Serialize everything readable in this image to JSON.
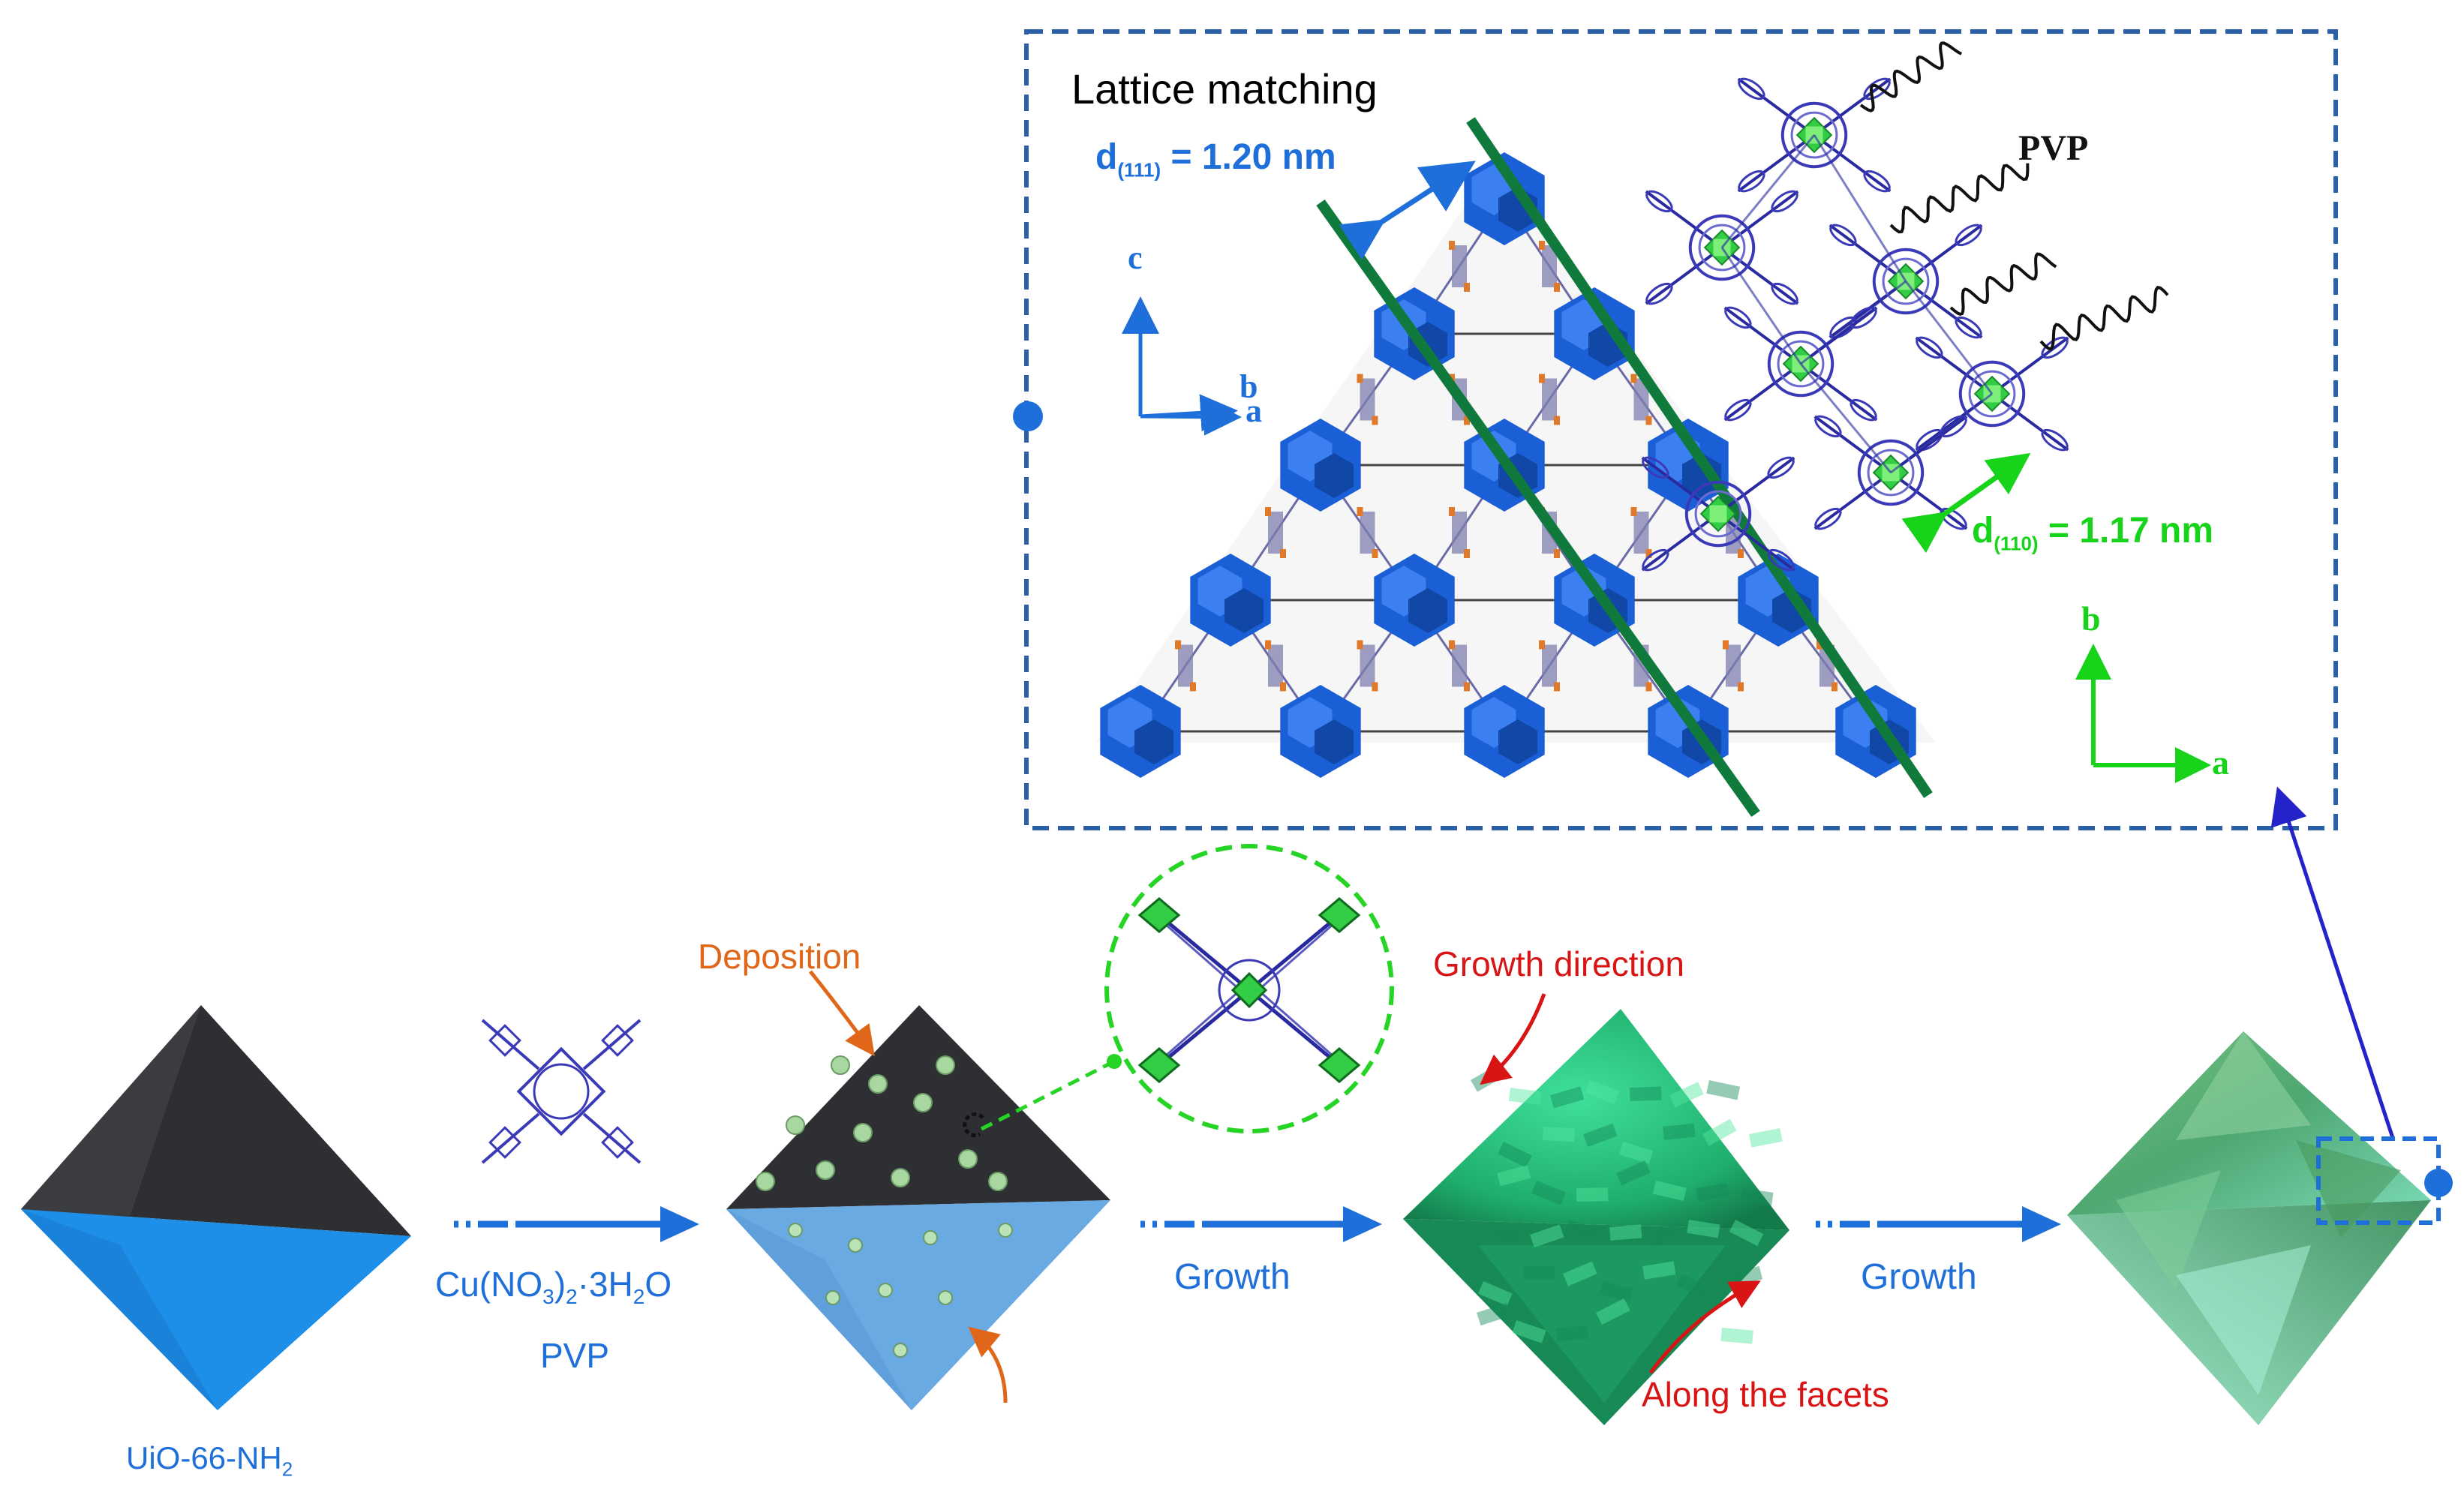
{
  "inset": {
    "title": "Lattice matching",
    "d111_prefix": "d",
    "d111_sub": "(111)",
    "d111_value": " = 1.20 nm",
    "d110_prefix": "d",
    "d110_sub": "(110)",
    "d110_value": " = 1.17 nm",
    "pvp": "PVP",
    "axis_left": {
      "c": "c",
      "b": "b",
      "a": "a"
    },
    "axis_right": {
      "b": "b",
      "a": "a"
    }
  },
  "scheme": {
    "start_label": "UiO-66-NH",
    "start_label_sub": "2",
    "reagent_1": "Cu(NO",
    "reagent_1_sub_a": "3",
    "reagent_1_mid": ")",
    "reagent_1_sub_b": "2",
    "reagent_1_rest": "·3H",
    "reagent_1_sub_c": "2",
    "reagent_1_end": "O",
    "reagent_2": "PVP",
    "deposition": "Deposition",
    "growth_1": "Growth",
    "growth_direction": "Growth direction",
    "along_facets": "Along the facets",
    "growth_2": "Growth"
  },
  "colors": {
    "blue_text": "#1e6fd9",
    "green_text": "#17d41b",
    "red_text": "#d91414",
    "orange_text": "#e0661a",
    "framework_blue": "#1a5fd6",
    "green_plane": "#0f7a3c",
    "dashed_box": "#2a5fa8",
    "dark_face": "#2e2f33",
    "light_face": "#1e8fe8",
    "cu_green": "#32cc45",
    "mof_green": "#2cc97a"
  }
}
